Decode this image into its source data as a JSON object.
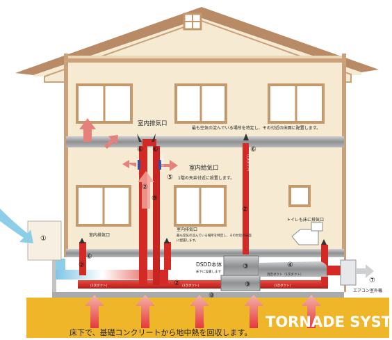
{
  "diagram": {
    "labels": {
      "indoor_exhaust_top": "室内排気口",
      "indoor_supply": "室内給気口",
      "supply_note": "1階の天井付近に設置します。",
      "top_note": "最も空気の淀んでいる場所を特定し、その付近の床面に配置します。",
      "indoor_exhaust_left": "室内排気口",
      "indoor_exhaust_mid": "室内排気口",
      "mid_note_1": "最も空気の淀んでいる場所を特定し、その付近の床面",
      "mid_note_2": "に配置します。",
      "toilet_note": "トイレも床に排気口",
      "dsdd_body": "DSDD本体",
      "dsdd_note": "床下に設置します",
      "exhaust_duct": "消音ダクト（1次ダクト）",
      "aircon_outdoor": "エアコン室外機",
      "duct_2nd_a": "(2次ダクト)",
      "duct_2nd_b": "(2次ダクト)",
      "duct_3rd": "(3次ダクト)",
      "vertical_duct": "(1次ダクト)",
      "vertical_duct_b": "(1次ダクト)",
      "bottom_text": "床下で、基礎コンクリートから地中熱を回収します。",
      "brand": "TORNADE SYSTEM"
    },
    "numbers": {
      "n1": "①",
      "n2a": "②",
      "n2b": "②",
      "n2c": "②",
      "n2d": "②",
      "n3": "③",
      "n4": "④",
      "n5": "⑤",
      "n6a": "⑥",
      "n6b": "⑥",
      "n6c": "⑥",
      "n6d": "⑥",
      "n7": "⑦",
      "n8": "⑧",
      "n9a": "⑨",
      "n9b": "⑨"
    },
    "colors": {
      "wall": "#f6ead2",
      "roof": "#b98a66",
      "trim": "#c9a27c",
      "duct_red": "#d42a25",
      "duct_grey": "#a7a9ab",
      "ground": "#f0b62a",
      "arrow_blue": "#8ccde8",
      "arrow_pink": "#e6807a"
    }
  }
}
